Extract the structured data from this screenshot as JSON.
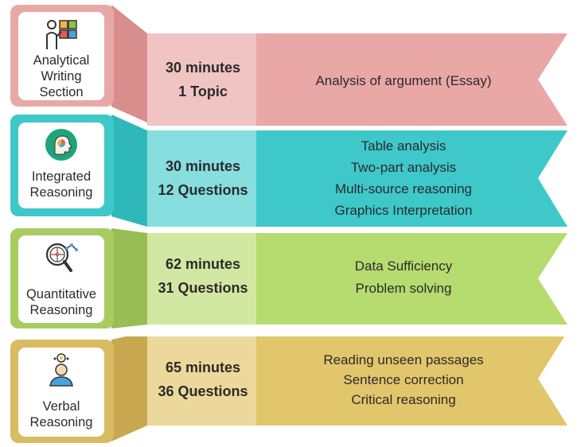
{
  "sections": [
    {
      "id": "analytical-writing",
      "name_lines": [
        "Analytical",
        "Writing",
        "Section"
      ],
      "duration": "30 minutes",
      "count": "1 Topic",
      "topics": [
        "Analysis of argument (Essay)"
      ],
      "icon": "puzzle-person-icon",
      "colors": {
        "back": "#d88e8c",
        "tab": "#f0c4c2",
        "main": "#e9a8a5",
        "frame": "#e7a9a6"
      }
    },
    {
      "id": "integrated-reasoning",
      "name_lines": [
        "Integrated",
        "Reasoning"
      ],
      "duration": "30 minutes",
      "count": "12 Questions",
      "topics": [
        "Table analysis",
        "Two-part analysis",
        "Multi-source reasoning",
        "Graphics Interpretation"
      ],
      "icon": "head-chart-icon",
      "colors": {
        "back": "#2fb8ba",
        "tab": "#86dedf",
        "main": "#3ec8ca",
        "frame": "#3ec8ca"
      }
    },
    {
      "id": "quantitative-reasoning",
      "name_lines": [
        "Quantitative",
        "Reasoning"
      ],
      "duration": "62 minutes",
      "count": "31 Questions",
      "topics": [
        "Data Sufficiency",
        "Problem solving"
      ],
      "icon": "magnifier-graph-icon",
      "colors": {
        "back": "#97bd54",
        "tab": "#d2e8a2",
        "main": "#b6db6f",
        "frame": "#a8cc62"
      }
    },
    {
      "id": "verbal-reasoning",
      "name_lines": [
        "Verbal",
        "Reasoning"
      ],
      "duration": "65 minutes",
      "count": "36 Questions",
      "topics": [
        "Reading unseen passages",
        "Sentence correction",
        "Critical reasoning"
      ],
      "icon": "thinking-person-icon",
      "colors": {
        "back": "#c8a850",
        "tab": "#ecd89a",
        "main": "#e2c66c",
        "frame": "#d9bc62"
      }
    }
  ]
}
